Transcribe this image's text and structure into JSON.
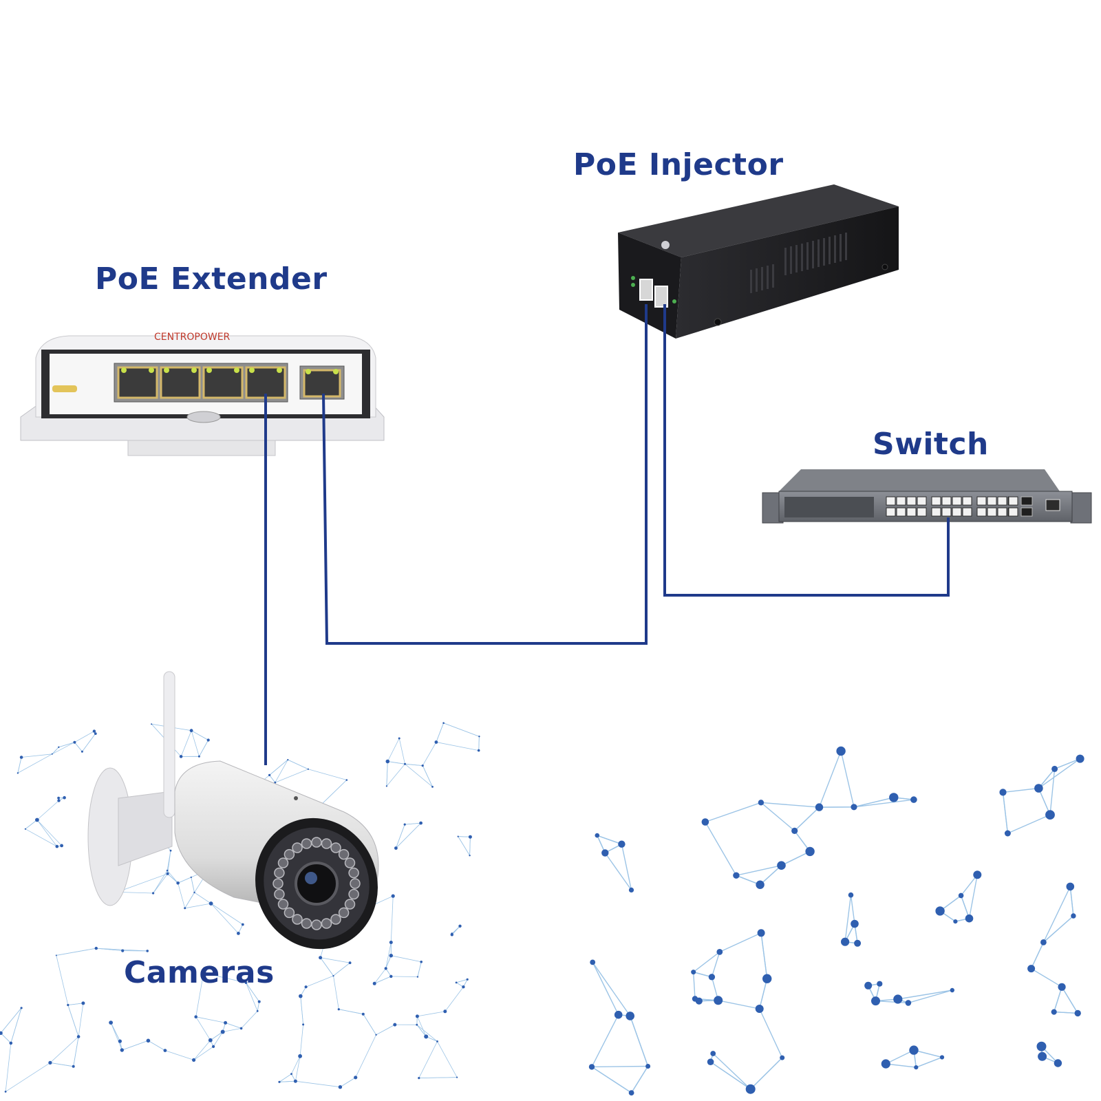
{
  "labels": {
    "poe_injector": "PoE Injector",
    "poe_extender": "PoE Extender",
    "switch": "Switch",
    "cameras": "Cameras"
  },
  "devices": {
    "extender_brand": "CENTROPOWER"
  },
  "colors": {
    "label": "#1f3a8a",
    "cable": "#1f3a8a",
    "network_nodes": "#2f5fb0",
    "network_lines": "#9cc4e6"
  }
}
